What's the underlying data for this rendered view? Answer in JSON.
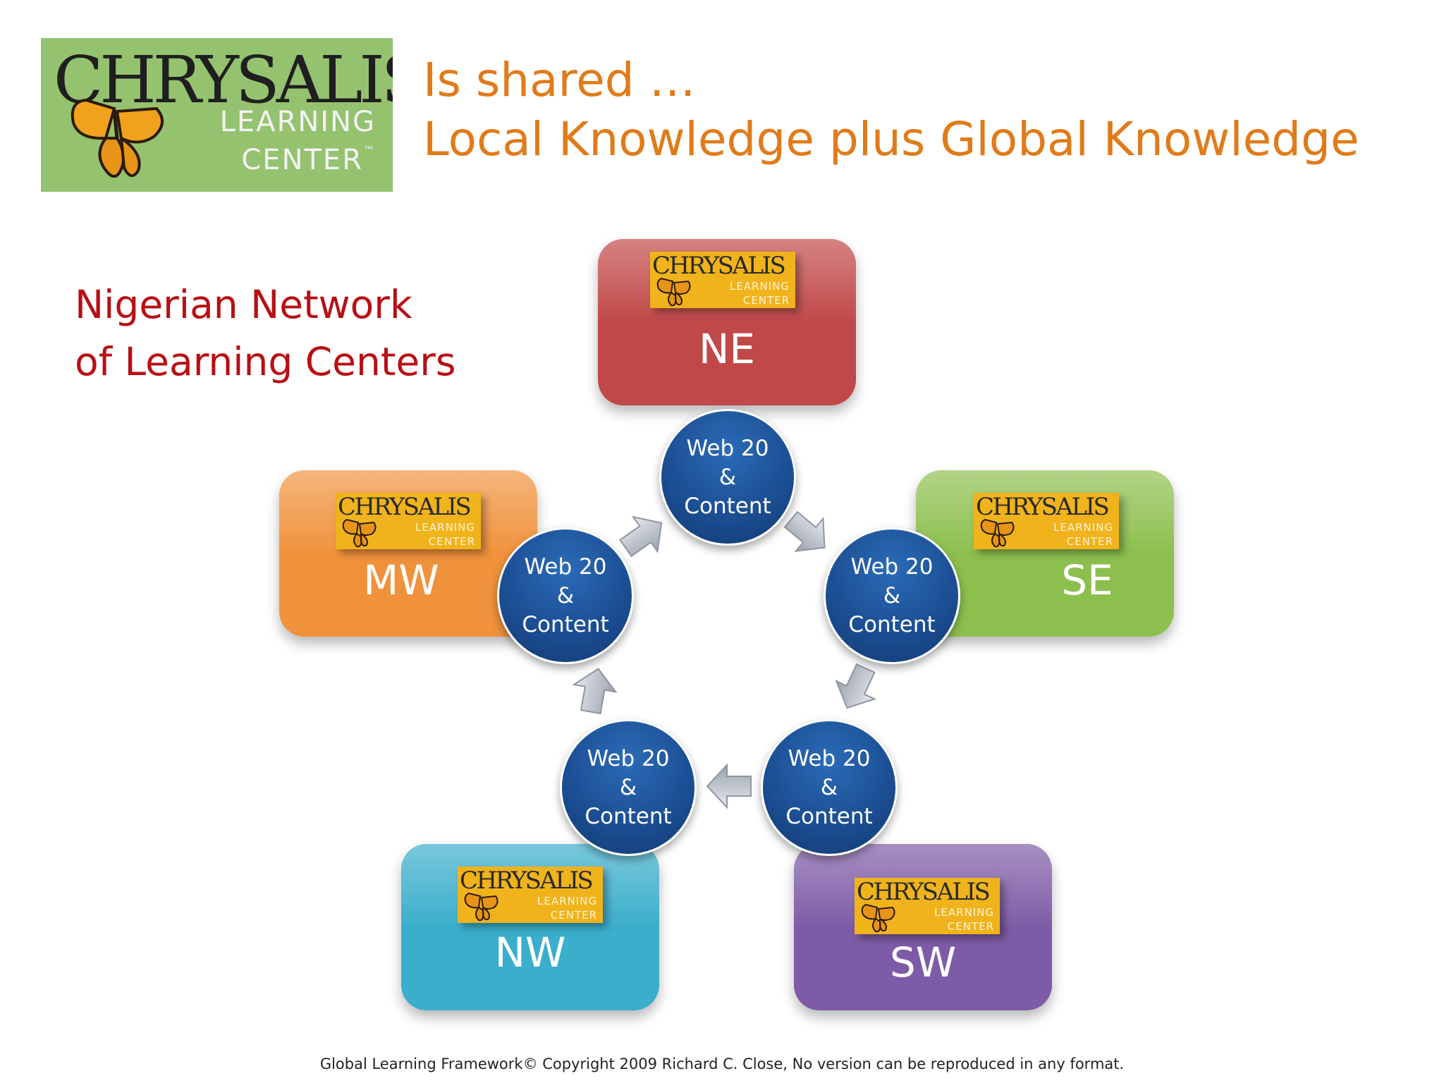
{
  "header": {
    "logo": {
      "name": "CHRYSALIS",
      "line1": "LEARNING",
      "line2": "CENTER",
      "tm": "™"
    },
    "title_line1": "Is shared …",
    "title_line2": "Local Knowledge plus Global Knowledge"
  },
  "subtitle": {
    "line1": "Nigerian Network",
    "line2": "of Learning Centers"
  },
  "mini_logo": {
    "name": "CHRYSALIS",
    "line1": "LEARNING",
    "line2": "CENTER"
  },
  "regions": [
    {
      "label": "NE",
      "color": "#c14848"
    },
    {
      "label": "MW",
      "color": "#f0923c"
    },
    {
      "label": "SE",
      "color": "#8dbf4e"
    },
    {
      "label": "NW",
      "color": "#3aaecb"
    },
    {
      "label": "SW",
      "color": "#7e5ba6"
    }
  ],
  "node": {
    "line1": "Web 20",
    "line2": "&",
    "line3": "Content"
  },
  "colors": {
    "node_blue": "#1c4f94",
    "title_orange": "#e07b1a",
    "subtitle_red": "#b70f14"
  },
  "footer": "Global Learning Framework© Copyright 2009 Richard C. Close, No version can be reproduced in any format."
}
